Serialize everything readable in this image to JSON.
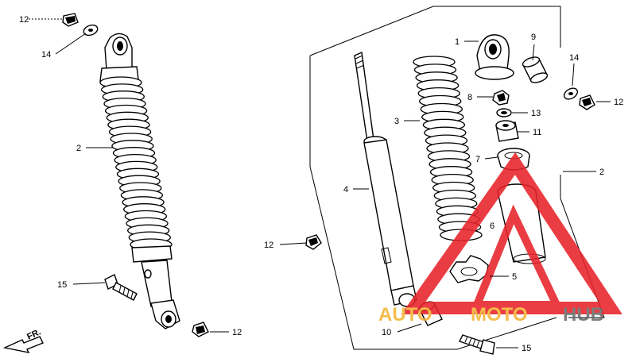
{
  "diagram": {
    "title": "",
    "callouts": [
      {
        "id": "c12a",
        "text": "12"
      },
      {
        "id": "c14a",
        "text": "14"
      },
      {
        "id": "c2a",
        "text": "2"
      },
      {
        "id": "c15a",
        "text": "15"
      },
      {
        "id": "c12b",
        "text": "12"
      },
      {
        "id": "c12c",
        "text": "12"
      },
      {
        "id": "c1",
        "text": "1"
      },
      {
        "id": "c9",
        "text": "9"
      },
      {
        "id": "c8",
        "text": "8"
      },
      {
        "id": "c13",
        "text": "13"
      },
      {
        "id": "c3",
        "text": "3"
      },
      {
        "id": "c11",
        "text": "11"
      },
      {
        "id": "c7",
        "text": "7"
      },
      {
        "id": "c4",
        "text": "4"
      },
      {
        "id": "c2b",
        "text": "2"
      },
      {
        "id": "c6",
        "text": "6"
      },
      {
        "id": "c5",
        "text": "5"
      },
      {
        "id": "c10",
        "text": "10"
      },
      {
        "id": "c15b",
        "text": "15"
      },
      {
        "id": "c14b",
        "text": "14"
      },
      {
        "id": "c12d",
        "text": "12"
      }
    ],
    "front_marker": "FR.",
    "watermark": {
      "auto": "AUTO",
      "moto": "MOTO",
      "hub": "HUB",
      "colors": {
        "red": "#e8232a",
        "gold": "#f3b333",
        "gray": "#6b6b6b"
      }
    }
  }
}
